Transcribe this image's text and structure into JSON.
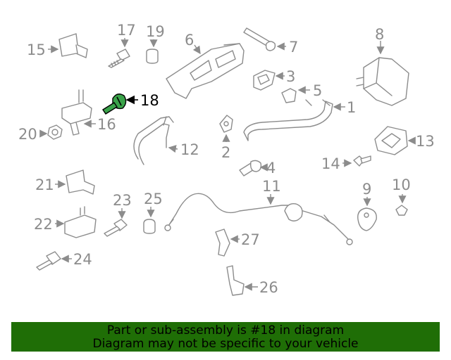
{
  "labels": {
    "p1": "1",
    "p2": "2",
    "p3": "3",
    "p4": "4",
    "p5": "5",
    "p6": "6",
    "p7": "7",
    "p8": "8",
    "p9": "9",
    "p10": "10",
    "p11": "11",
    "p12": "12",
    "p13": "13",
    "p14": "14",
    "p15": "15",
    "p16": "16",
    "p17": "17",
    "p18": "18",
    "p19": "19",
    "p20": "20",
    "p21": "21",
    "p22": "22",
    "p23": "23",
    "p24": "24",
    "p25": "25",
    "p26": "26",
    "p27": "27"
  },
  "highlight": {
    "part_number": "18",
    "color": "#3aa34a"
  },
  "banner": {
    "line1": "Part or sub-assembly is #18 in diagram",
    "line2": "Diagram may not be specific to your vehicle",
    "background": "#1f6e06"
  }
}
